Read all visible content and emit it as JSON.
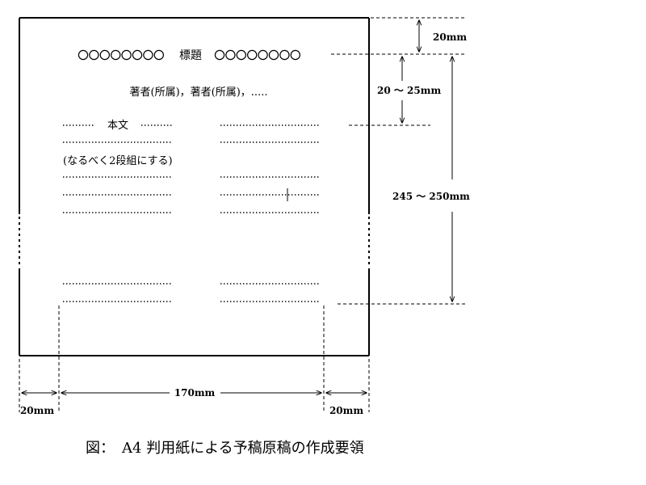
{
  "title_line": {
    "circles_count": 8,
    "label": "標題"
  },
  "author_line": "著者(所属)，著者(所属)，.....",
  "body_label": "本文",
  "two_column_note": "(なるべく2段組にする)",
  "dims": {
    "top_margin": "20mm",
    "title_gap": "20 ～ 25mm",
    "text_height": "245 ～ 250mm",
    "left_margin": "20mm",
    "text_width": "170mm",
    "right_margin": "20mm"
  },
  "caption": "図：　A4 判用紙による予稿原稿の作成要領"
}
